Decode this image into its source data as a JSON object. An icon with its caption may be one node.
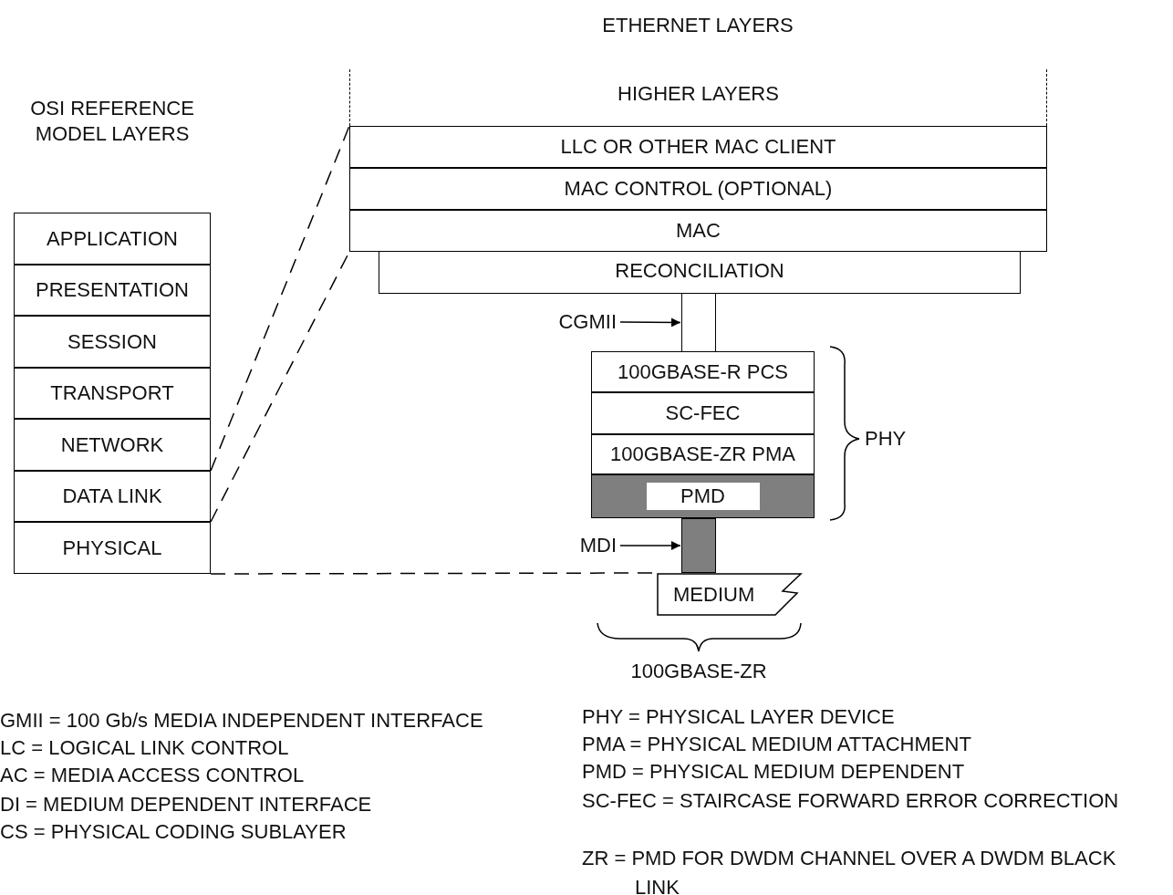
{
  "diagram": {
    "nodes": [
      {
        "text": [
          "APPLICATION"
        ]
      },
      {
        "text": [
          "PRESENTATION"
        ]
      },
      {
        "text": [
          "SESSION"
        ]
      },
      {
        "text": [
          "TRANSPORT"
        ]
      },
      {
        "text": [
          "NETWORK"
        ]
      },
      {
        "text": [
          "DATA LINK"
        ]
      },
      {
        "text": [
          "PHYSICAL"
        ]
      },
      {
        "text": [
          "HIGHER LAYERS"
        ]
      },
      {
        "text": [
          "LLC OR OTHER MAC CLIENT"
        ]
      },
      {
        "text": [
          "MAC CONTROL (OPTIONAL)"
        ]
      },
      {
        "text": [
          "MAC"
        ]
      },
      {
        "text": [
          "RECONCILIATION"
        ]
      },
      {
        "text": [
          "CGMII"
        ]
      },
      {
        "text": [],
        "shape": "bar"
      },
      {
        "text": [
          "100GBASE-R PCS"
        ]
      },
      {
        "text": [
          "SC-FEC"
        ]
      },
      {
        "text": [
          "100GBASE-ZR PMA"
        ]
      },
      {
        "text": [
          "PMD"
        ]
      },
      {
        "text": [
          "MDI"
        ]
      },
      {
        "text": [],
        "shape": "bar"
      },
      {
        "text": [
          "MEDIUM"
        ]
      }
    ],
    "edges": [
      {
        "from": 12,
        "to": 13,
        "arrow": "to"
      },
      {
        "from": 18,
        "to": 19,
        "arrow": "to"
      },
      {
        "from": 5,
        "to": 8,
        "arrow": "none",
        "style": "dashed"
      },
      {
        "from": 5,
        "to": 10,
        "arrow": "none",
        "style": "dashed"
      },
      {
        "from": 6,
        "to": 20,
        "arrow": "none",
        "style": "dashed"
      }
    ],
    "labels": [
      "ETHERNET LAYERS",
      "OSI REFERENCE MODEL LAYERS",
      "PHY",
      "100GBASE-ZR",
      "GMII = 100 Gb/s MEDIA INDEPENDENT INTERFACE",
      "LC = LOGICAL LINK CONTROL",
      "AC = MEDIA ACCESS CONTROL",
      "DI = MEDIUM DEPENDENT INTERFACE",
      "CS = PHYSICAL CODING SUBLAYER",
      "PHY = PHYSICAL LAYER DEVICE",
      "PMA = PHYSICAL MEDIUM ATTACHMENT",
      "PMD = PHYSICAL MEDIUM DEPENDENT",
      "SC-FEC = STAIRCASE FORWARD ERROR CORRECTION",
      "ZR = PMD FOR DWDM CHANNEL OVER A DWDM BLACK LINK"
    ]
  }
}
